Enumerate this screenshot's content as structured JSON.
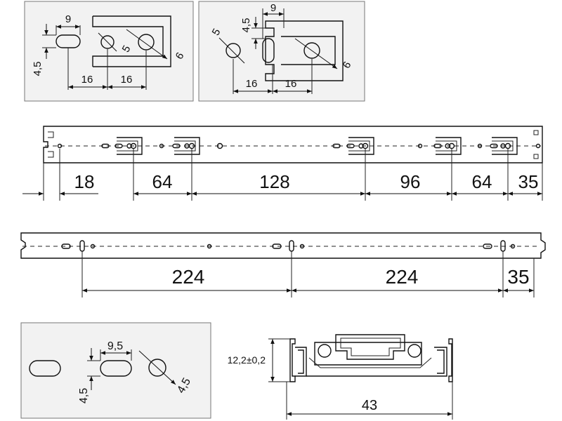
{
  "detail_a": {
    "w": "9",
    "h": "4,5",
    "d1": "5",
    "d2": "6",
    "p1": "16",
    "p2": "16"
  },
  "detail_b": {
    "w": "9",
    "h": "4,5",
    "d1": "5",
    "d2": "6",
    "p1": "16",
    "p2": "16"
  },
  "rail_1": {
    "dims": [
      "18",
      "64",
      "128",
      "96",
      "64",
      "35"
    ]
  },
  "rail_2": {
    "dims": [
      "224",
      "224",
      "35"
    ]
  },
  "detail_c": {
    "w": "9,5",
    "h": "4,5",
    "d": "4,5"
  },
  "profile": {
    "height": "12,2±0,2",
    "width": "43"
  }
}
